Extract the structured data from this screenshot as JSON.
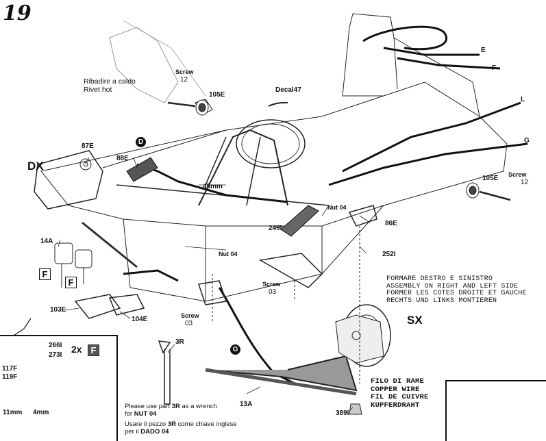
{
  "step_number": "19",
  "side_right": "DX",
  "side_left": "SX",
  "rivet_note": {
    "it": "Ribadire a caldo",
    "en": "Rivet hot"
  },
  "parts": {
    "screw12_top": {
      "name": "Screw",
      "num": "12"
    },
    "screw12_right": {
      "name": "Screw",
      "num": "12"
    },
    "p105e_top": "105E",
    "p105e_right": "105E",
    "decal": "Decal47",
    "p87e": "87E",
    "p88e": "88E",
    "dim45": "45mm",
    "p249i": "249I",
    "nut04_right": {
      "name": "Nut",
      "num": "04"
    },
    "nut04_center": {
      "name": "Nut",
      "num": "04"
    },
    "p86e": "86E",
    "p252i": "252I",
    "p14a": "14A",
    "screw03_center": {
      "name": "Screw",
      "num": "03"
    },
    "screw03_left": {
      "name": "Screw",
      "num": "03"
    },
    "p103e": "103E",
    "p104e": "104E",
    "p3r": "3R",
    "p13a": "13A",
    "p389i": "389I",
    "p266i": "266I",
    "p273i": "273I",
    "p117f": "117F",
    "p119f": "119F",
    "dim11": "11mm",
    "dim4": "4mm",
    "twox": "2x"
  },
  "wire_letters": {
    "e": "E",
    "f": "F",
    "l": "L",
    "g": "G"
  },
  "callouts": {
    "d": "D",
    "g": "G"
  },
  "f_boxes": {
    "f1": "F",
    "f2": "F",
    "f3": "F"
  },
  "assembly_note": [
    "FORMARE DESTRO E SINISTRO",
    "ASSEMBLY ON RIGHT AND LEFT SIDE",
    "FORMER LES COTES DROITE ET GAUCHE",
    "RECHTS UND LINKS MONTIEREN"
  ],
  "copper_wire": [
    "FILO DI RAME",
    "COPPER WIRE",
    "FIL DE CUIVRE",
    "KUPFERDRAHT"
  ],
  "wrench_note": {
    "en_pre": "Please use part ",
    "en_part": "3R",
    "en_mid": " as a wrench",
    "en_for": "for ",
    "en_nut": "NUT 04",
    "it_pre": "Usare il pezzo ",
    "it_part": "3R",
    "it_mid": " come chiave inglese",
    "it_for": "per il ",
    "it_nut": "DADO 04"
  }
}
